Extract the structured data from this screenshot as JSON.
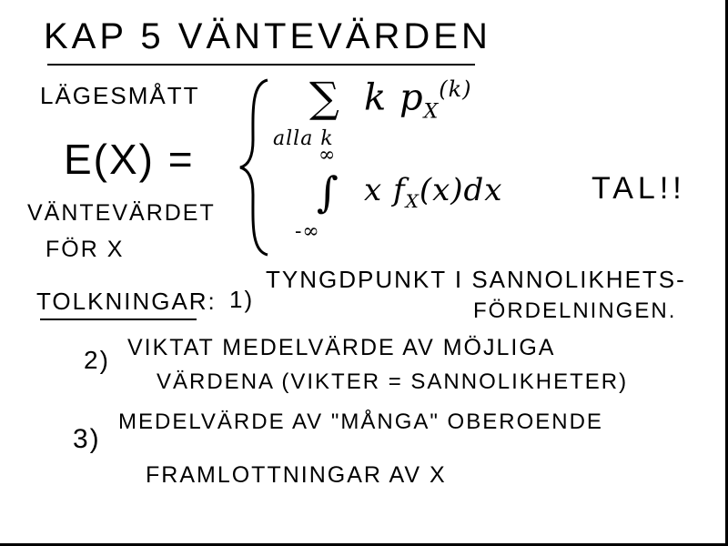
{
  "title": "KAP 5 VÄNTEVÄRDEN",
  "section": "LÄGESMÅTT",
  "expectation": {
    "lhs": "E(X) =",
    "label_line1": "VÄNTEVÄRDET",
    "label_line2": "FÖR X",
    "discrete_sum_symbol": "∑",
    "discrete_index": "alla k",
    "discrete_term": "k p",
    "discrete_sub": "X",
    "discrete_arg": "(k)",
    "integral_symbol": "∫",
    "integral_upper": "∞",
    "integral_lower": "-∞",
    "continuous_term": "x f",
    "continuous_sub": "X",
    "continuous_arg": "(x)dx",
    "note": "TAL!!"
  },
  "interpretations": {
    "heading": "TOLKNINGAR:",
    "items": [
      {
        "number": "1)",
        "line1": "TYNGDPUNKT I SANNOLIKHETS-",
        "line2": "FÖRDELNINGEN."
      },
      {
        "number": "2)",
        "line1": "VIKTAT MEDELVÄRDE AV MÖJLIGA",
        "line2": "VÄRDENA (VIKTER = SANNOLIKHETER)"
      },
      {
        "number": "3)",
        "line1": "MEDELVÄRDE AV \"MÅNGA\" OBEROENDE",
        "line2": "FRAMLOTTNINGAR AV X"
      }
    ]
  }
}
